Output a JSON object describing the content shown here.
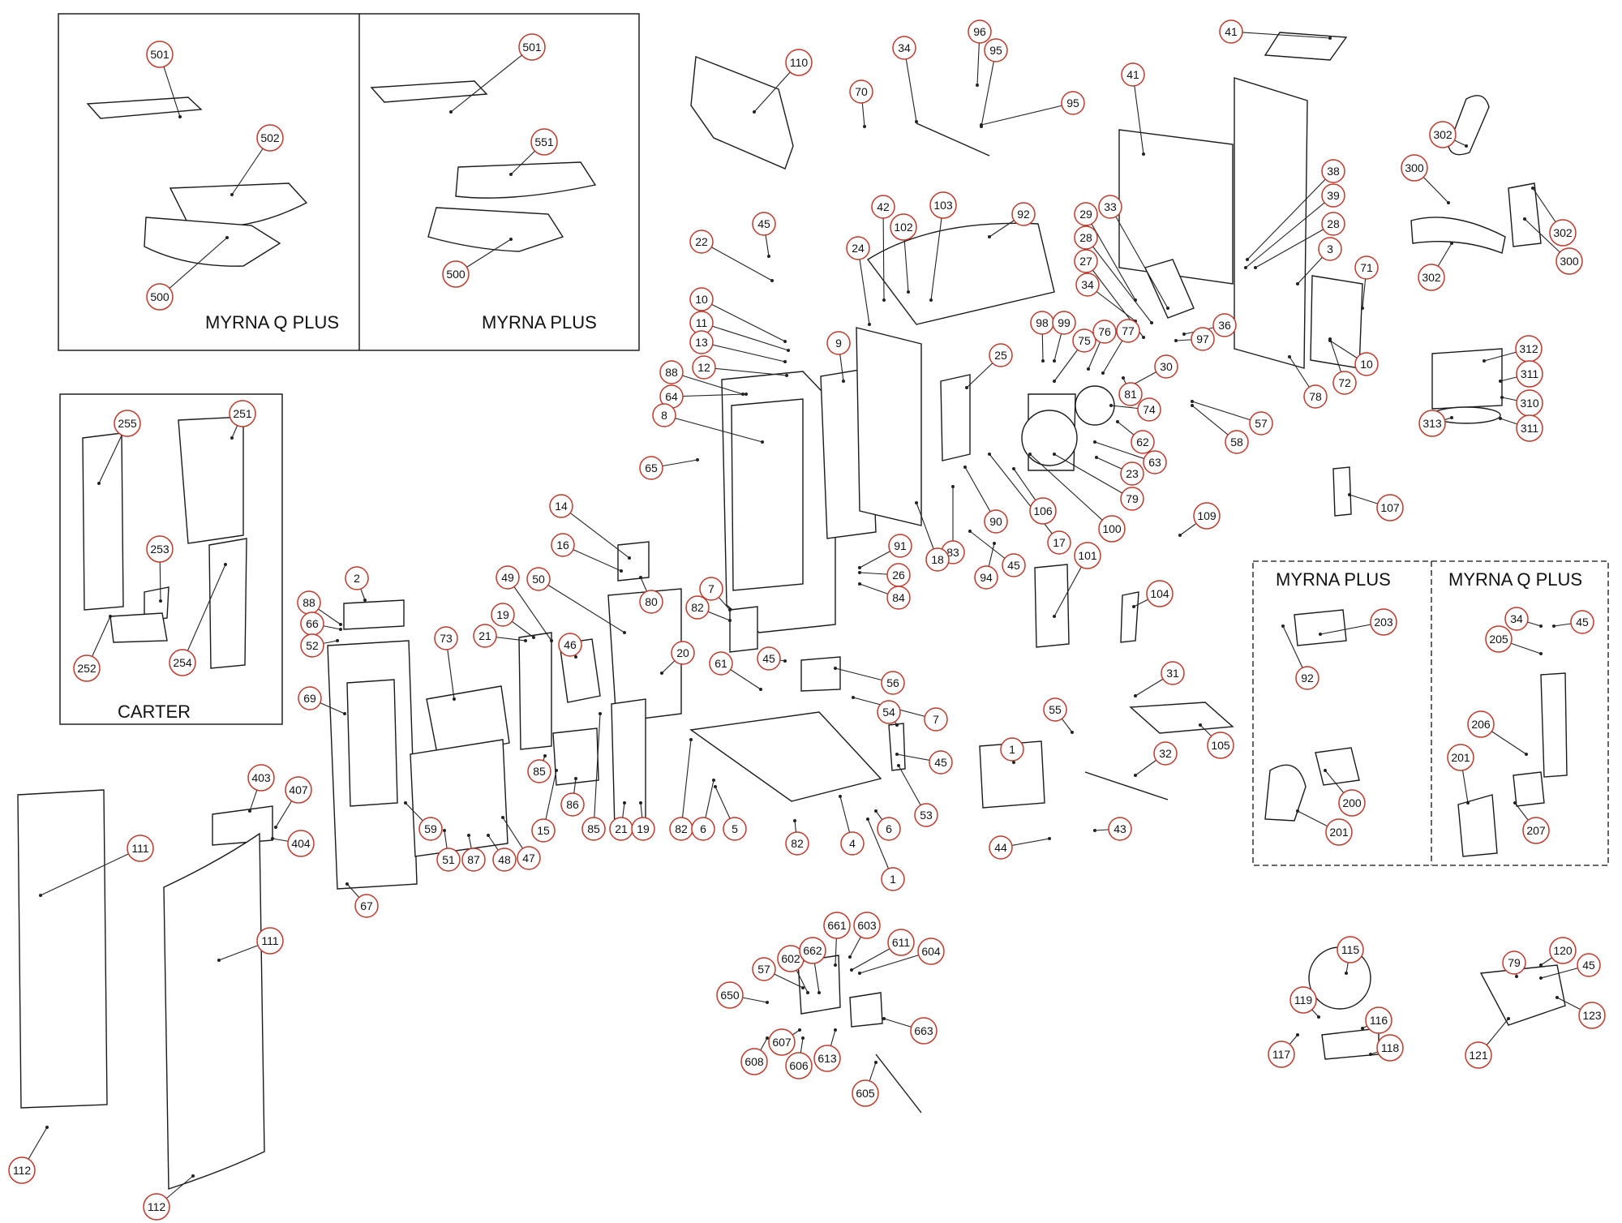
{
  "variant_panels": {
    "top_left": {
      "left_title": "MYRNA Q PLUS",
      "right_title": "MYRNA PLUS"
    },
    "carter": {
      "title": "CARTER"
    },
    "flue_kits": {
      "left_title": "MYRNA PLUS",
      "right_title": "MYRNA Q PLUS"
    }
  },
  "callouts": [
    "501",
    "502",
    "500",
    "501",
    "551",
    "500",
    "255",
    "251",
    "253",
    "252",
    "254",
    "110",
    "34",
    "96",
    "95",
    "95",
    "70",
    "41",
    "41",
    "302",
    "300",
    "302",
    "300",
    "302",
    "45",
    "22",
    "42",
    "24",
    "103",
    "102",
    "92",
    "29",
    "33",
    "28",
    "27",
    "34",
    "38",
    "39",
    "28",
    "3",
    "71",
    "10",
    "11",
    "13",
    "12",
    "88",
    "64",
    "8",
    "65",
    "9",
    "98",
    "99",
    "75",
    "76",
    "77",
    "30",
    "74",
    "97",
    "36",
    "10",
    "72",
    "78",
    "312",
    "311",
    "310",
    "311",
    "313",
    "25",
    "62",
    "63",
    "23",
    "79",
    "81",
    "57",
    "58",
    "106",
    "100",
    "17",
    "90",
    "83",
    "94",
    "45",
    "18",
    "107",
    "109",
    "14",
    "16",
    "80",
    "91",
    "26",
    "84",
    "7",
    "82",
    "101",
    "104",
    "2",
    "88",
    "66",
    "52",
    "69",
    "73",
    "49",
    "50",
    "19",
    "21",
    "20",
    "46",
    "85",
    "45",
    "61",
    "56",
    "7",
    "54",
    "45",
    "53",
    "55",
    "1",
    "31",
    "105",
    "32",
    "43",
    "44",
    "203",
    "92",
    "34",
    "45",
    "205",
    "206",
    "201",
    "200",
    "201",
    "207",
    "403",
    "407",
    "404",
    "59",
    "51",
    "87",
    "48",
    "47",
    "15",
    "86",
    "85",
    "21",
    "19",
    "82",
    "6",
    "5",
    "82",
    "4",
    "6",
    "1",
    "67",
    "111",
    "111",
    "112",
    "112",
    "661",
    "603",
    "611",
    "604",
    "57",
    "602",
    "662",
    "650",
    "663",
    "607",
    "608",
    "606",
    "613",
    "605",
    "115",
    "119",
    "116",
    "117",
    "118",
    "79",
    "120",
    "45",
    "123",
    "121"
  ]
}
